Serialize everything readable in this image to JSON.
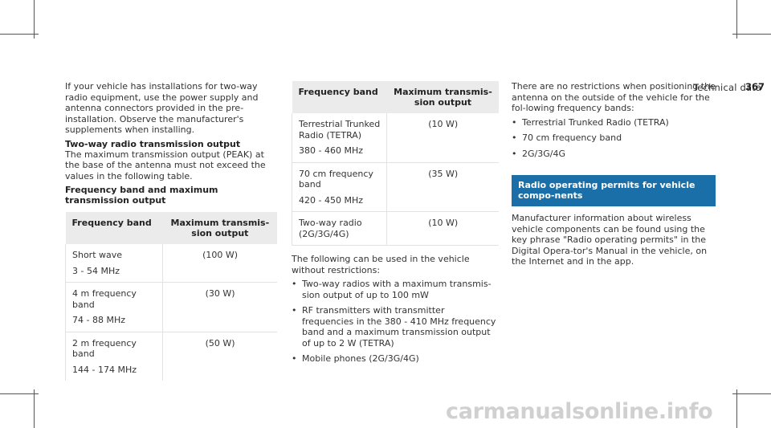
{
  "header": {
    "section": "Technical data",
    "page": "367"
  },
  "col1": {
    "intro": "If your vehicle has installations for two-way radio equipment, use the power supply and antenna connectors provided in the pre-installation. Observe the manufacturer's supplements when installing.",
    "h1": "Two-way radio transmission output",
    "p1": "The maximum transmission output (PEAK) at the base of the antenna must not exceed the values in the following table.",
    "h2": "Frequency band and maximum transmission output",
    "table": {
      "col1": "Frequency band",
      "col2": "Maximum transmis-sion output",
      "rows": [
        {
          "band": "Short wave",
          "range": "3 - 54 MHz",
          "output": "(100 W)"
        },
        {
          "band": "4 m frequency band",
          "range": "74 - 88 MHz",
          "output": "(30 W)"
        },
        {
          "band": "2 m frequency band",
          "range": "144 - 174 MHz",
          "output": "(50 W)"
        }
      ]
    }
  },
  "col2": {
    "table": {
      "col1": "Frequency band",
      "col2": "Maximum transmis-sion output",
      "rows": [
        {
          "band": "Terrestrial Trunked Radio (TETRA)",
          "range": "380 - 460 MHz",
          "output": "(10 W)"
        },
        {
          "band": "70 cm frequency band",
          "range": "420 - 450 MHz",
          "output": "(35 W)"
        },
        {
          "band": "Two-way radio (2G/3G/4G)",
          "range": "",
          "output": "(10 W)"
        }
      ]
    },
    "p1": "The following can be used in the vehicle without restrictions:",
    "bullets": [
      "Two-way radios with a maximum transmis-sion output of up to 100 mW",
      "RF transmitters with transmitter frequencies in the 380 - 410 MHz frequency band and a maximum transmission output of up to 2 W (TETRA)",
      "Mobile phones (2G/3G/4G)"
    ]
  },
  "col3": {
    "p1": "There are no restrictions when positioning the antenna on the outside of the vehicle for the fol-lowing frequency bands:",
    "bullets": [
      "Terrestrial Trunked Radio (TETRA)",
      "70 cm frequency band",
      "2G/3G/4G"
    ],
    "heading": "Radio operating permits for vehicle compo-nents",
    "p2": "Manufacturer information about wireless vehicle components can be found using the key phrase \"Radio operating permits\" in the Digital Opera-tor's Manual in the vehicle, on the Internet and in the app.",
    "accent_color": "#1b6fa8"
  },
  "footer": {
    "watermark": "carmanualsonline.info"
  }
}
